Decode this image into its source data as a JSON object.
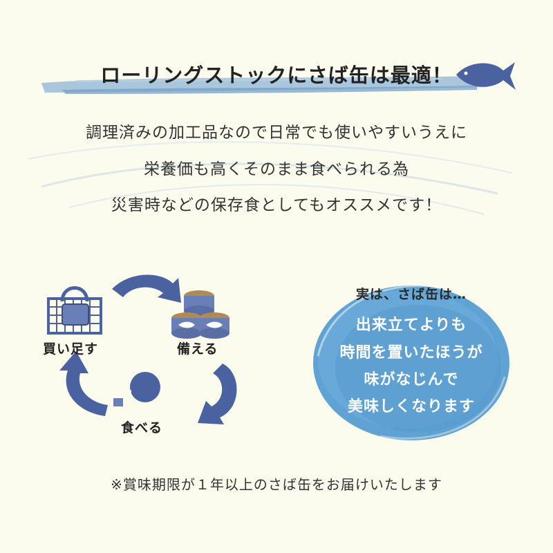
{
  "header": {
    "title": "ローリングストックにさば缶は最適！"
  },
  "body": {
    "lines": [
      "調理済みの加工品なので日常でも使いやすいうえに",
      "栄養価も高くそのまま食べられる為",
      "災害時などの保存食としてもオススメです！"
    ]
  },
  "cycle": {
    "steps": [
      "買い足す",
      "備える",
      "食べる"
    ]
  },
  "bubble": {
    "heading": "実は、さば缶は…",
    "lines": [
      "出来立てよりも",
      "時間を置いたほうが",
      "味がなじんで",
      "美味しくなります"
    ]
  },
  "footnote": "※賞味期限が１年以上のさば缶をお届けいたします",
  "colors": {
    "background": "#fbfbee",
    "accent_blue": "#4a62a0",
    "bubble_blue": "#5fa2d4",
    "brush_blue": "#8fb4d6"
  }
}
